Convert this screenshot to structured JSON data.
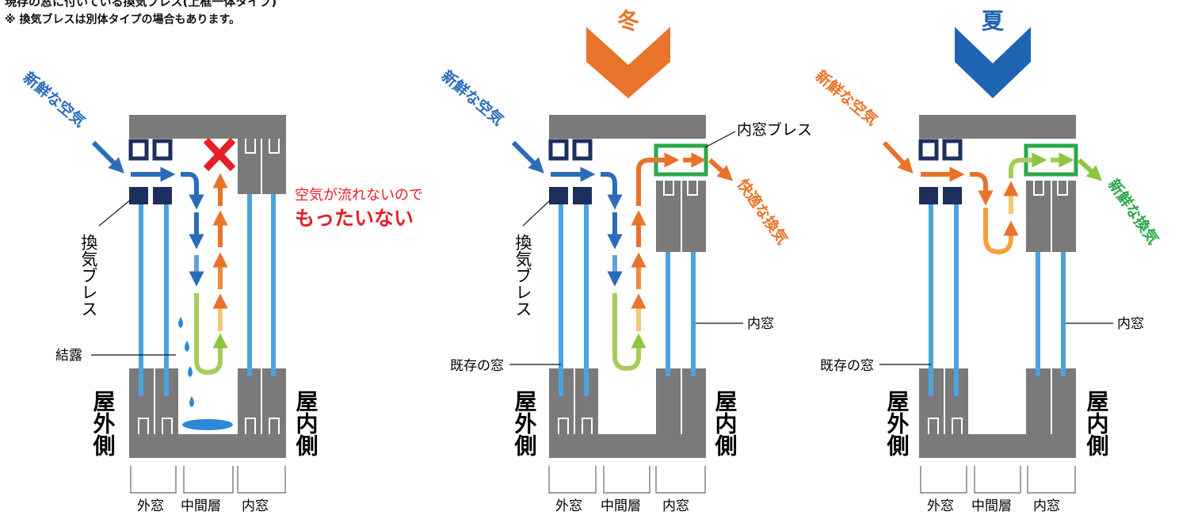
{
  "header": {
    "line1": "現存の窓に付いている換気ブレス(上框一体タイプ)",
    "line2": "※ 換気ブレスは別体タイプの場合もあります。"
  },
  "colors": {
    "frame": "#7a7a7a",
    "glass": "#4aa3e0",
    "brace": "#1e2f5e",
    "fresh_air_blue": "#2b6cb8",
    "warm_orange": "#e8732a",
    "summer_blue": "#1f64b3",
    "green": "#2aa84a",
    "light_green": "#a6cc5a",
    "light_yellow": "#f7c773",
    "warning_red": "#e4202a",
    "droplet": "#2a8ad6"
  },
  "panels": [
    {
      "season_label": "",
      "fresh_air_label": "新鮮な空気",
      "brace_label": "換気ブレス",
      "condensation_label": "結露",
      "warning_line1": "空気が流れないので",
      "warning_line2": "もったいない",
      "outdoor_label": "屋外側",
      "indoor_label": "屋内側",
      "bottom_labels": [
        "外窓",
        "中間層",
        "内窓"
      ]
    },
    {
      "season_label": "冬",
      "fresh_air_label": "新鮮な空気",
      "brace_label": "換気ブレス",
      "inner_brace_label": "内窓ブレス",
      "exit_label": "快適な換気",
      "existing_window_label": "既存の窓",
      "inner_window_label": "内窓",
      "outdoor_label": "屋外側",
      "indoor_label": "屋内側",
      "bottom_labels": [
        "外窓",
        "中間層",
        "内窓"
      ]
    },
    {
      "season_label": "夏",
      "fresh_air_label": "新鮮な空気",
      "exit_label": "新鮮な換気",
      "existing_window_label": "既存の窓",
      "inner_window_label": "内窓",
      "outdoor_label": "屋外側",
      "indoor_label": "屋内側",
      "bottom_labels": [
        "外窓",
        "中間層",
        "内窓"
      ]
    }
  ]
}
